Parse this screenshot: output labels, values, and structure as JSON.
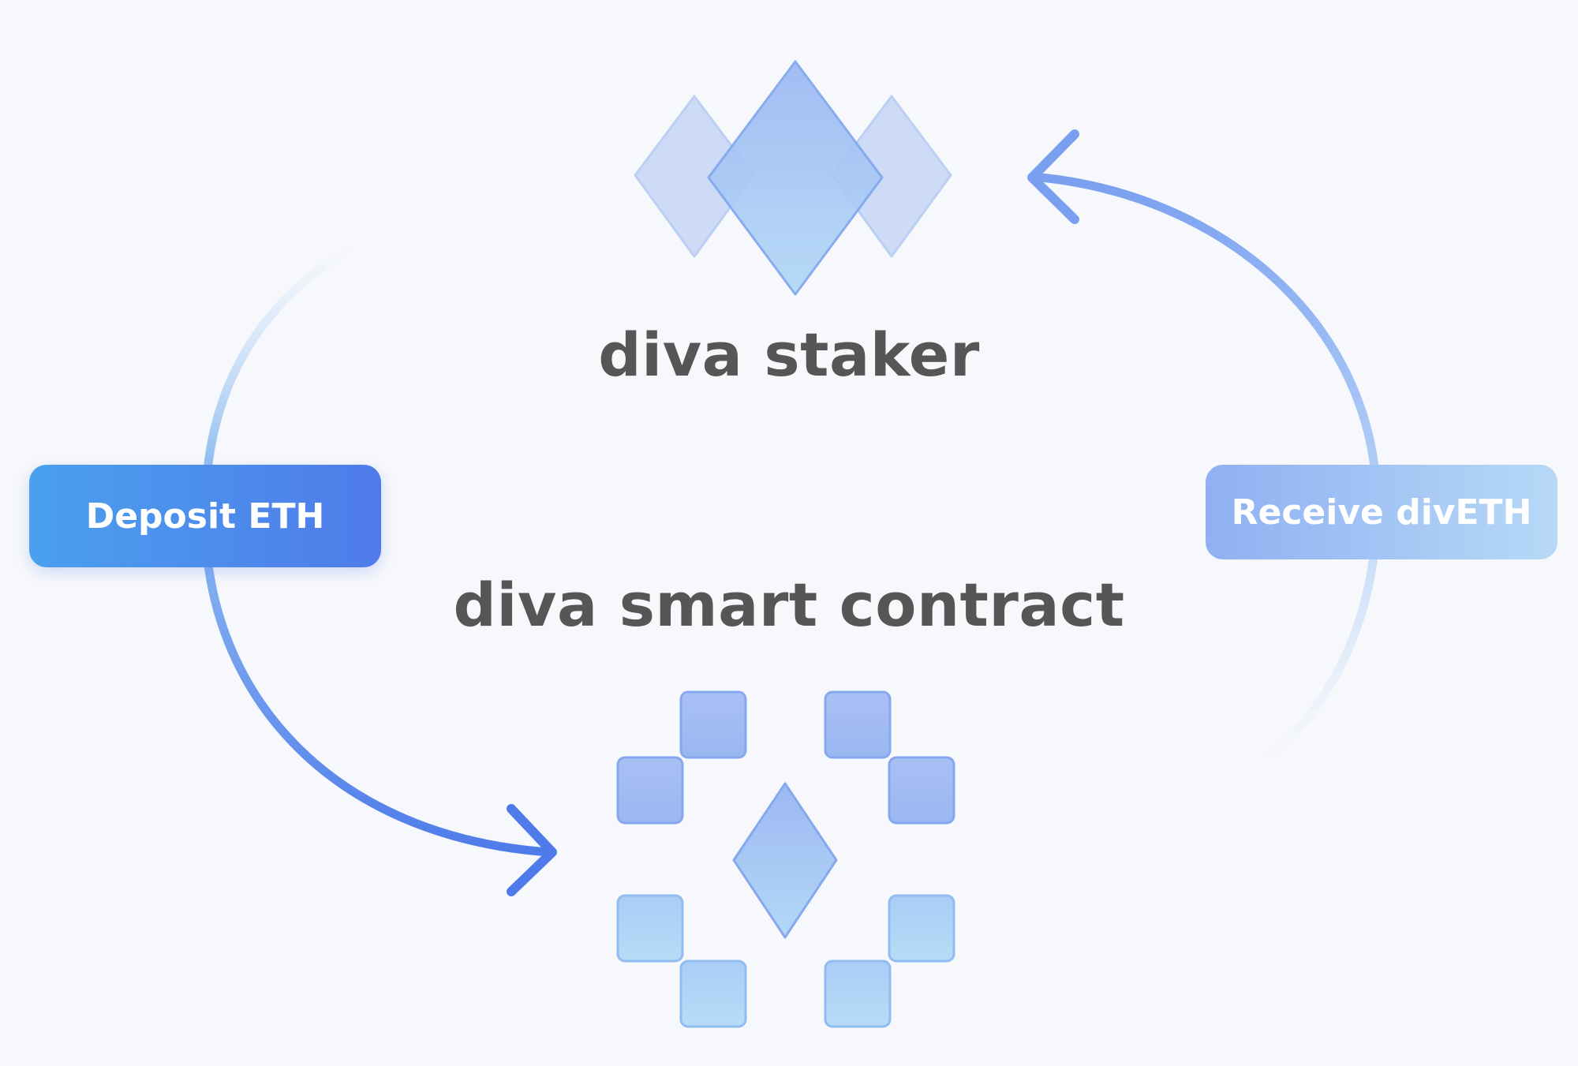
{
  "nodes": {
    "staker": {
      "label": "diva staker",
      "icon": "stacked-diamonds-icon"
    },
    "contract": {
      "label": "diva smart contract",
      "icon": "blocks-with-diamond-icon"
    }
  },
  "actions": {
    "deposit": {
      "label": "Deposit ETH",
      "from": "diva staker",
      "to": "diva smart contract"
    },
    "receive": {
      "label": "Receive divETH",
      "from": "diva smart contract",
      "to": "diva staker"
    }
  },
  "colors": {
    "background": "#f7f8fb",
    "title_text": "#565656",
    "primary_blue": "#4f7bea",
    "light_blue": "#4aa0ee",
    "pale_blue": "#b7d9f6"
  }
}
